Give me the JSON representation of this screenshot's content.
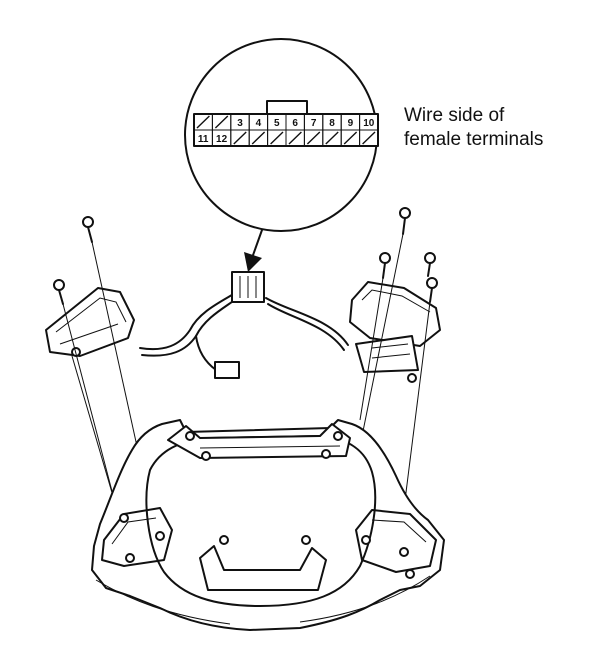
{
  "callout": {
    "line1": "Wire side of",
    "line2": "female terminals"
  },
  "connector": {
    "top_row": [
      "",
      "",
      "3",
      "4",
      "5",
      "6",
      "7",
      "8",
      "9",
      "10"
    ],
    "bottom_row": [
      "11",
      "12",
      "",
      "",
      "",
      "",
      "",
      "",
      "",
      ""
    ]
  }
}
